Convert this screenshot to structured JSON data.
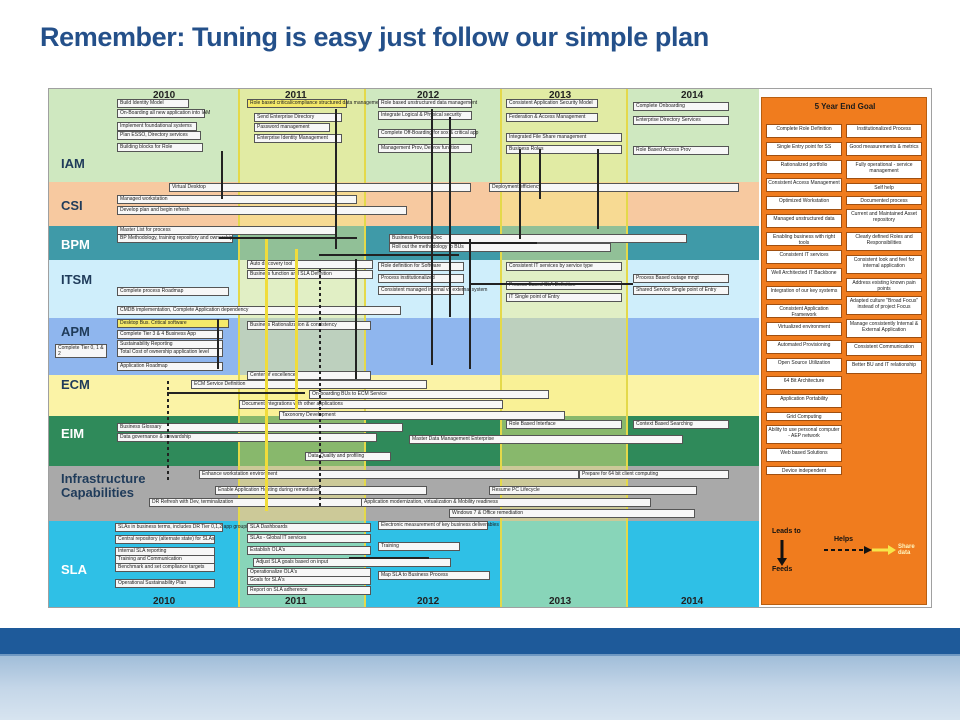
{
  "slide": {
    "title": "Remember: Tuning is easy just follow our simple plan"
  },
  "roadmap": {
    "years_top": [
      "2010",
      "2011",
      "2012",
      "2013",
      "2014"
    ],
    "years_bottom": [
      "2010",
      "2011",
      "2012",
      "2013",
      "2014"
    ],
    "bands": [
      {
        "id": "iam",
        "label": "IAM",
        "color": "#cfe8c0"
      },
      {
        "id": "csi",
        "label": "CSI",
        "color": "#f7c9a0"
      },
      {
        "id": "bpm",
        "label": "BPM",
        "color": "#3f9aa8"
      },
      {
        "id": "itsm",
        "label": "ITSM",
        "color": "#cfeefb"
      },
      {
        "id": "apm",
        "label": "APM",
        "color": "#8fb6ee"
      },
      {
        "id": "ecm",
        "label": "ECM",
        "color": "#fbf3a6"
      },
      {
        "id": "eim",
        "label": "EIM",
        "color": "#2f8a5a"
      },
      {
        "id": "infra",
        "label": "Infrastructure Capabilities",
        "color": "#a9a9a9"
      },
      {
        "id": "sla",
        "label": "SLA",
        "color": "#2fc0e6"
      }
    ],
    "apm_side_note": "Complete Tier 0, 1 & 2",
    "bars": [
      {
        "text": "Build Identity Model"
      },
      {
        "text": "On-Boarding all new application into IAM"
      },
      {
        "text": "Implement foundational systems"
      },
      {
        "text": "Plan ESSO, Directory services"
      },
      {
        "text": "Building blocks for Role"
      },
      {
        "text": "Role based critical/compliance structured data management"
      },
      {
        "text": "Send Enterprise Directory"
      },
      {
        "text": "Password management"
      },
      {
        "text": "Enterprise Identity Management"
      },
      {
        "text": "Role based unstructured data management"
      },
      {
        "text": "Integrate Logical & Physical security"
      },
      {
        "text": "Complete Off-Boarding for sox & critical app"
      },
      {
        "text": "Management Prov, Deprov function"
      },
      {
        "text": "Consistent Application Security Model"
      },
      {
        "text": "Federation & Access Management"
      },
      {
        "text": "Integrated File Share management"
      },
      {
        "text": "Business Roles"
      },
      {
        "text": "Complete Onboarding"
      },
      {
        "text": "Enterprise Directory Services"
      },
      {
        "text": "Role Based Access Prov"
      },
      {
        "text": "Virtual Desktop"
      },
      {
        "text": "Deployment efficiency"
      },
      {
        "text": "Managed workstation"
      },
      {
        "text": "Develop plan and begin refresh"
      },
      {
        "text": "Master List for process"
      },
      {
        "text": "BP Methodology, training repository and ownership"
      },
      {
        "text": "Business Process Doc"
      },
      {
        "text": "Roll out the methodology to BUs"
      },
      {
        "text": "Auto discovery tool"
      },
      {
        "text": "Business function and SLA Definition"
      },
      {
        "text": "Role definition for Software"
      },
      {
        "text": "Process institutionalized"
      },
      {
        "text": "Consistent managed internal vs external system"
      },
      {
        "text": "Consistent IT services by service type"
      },
      {
        "text": "Process Based SLA Definition"
      },
      {
        "text": "IT Single point of Entry"
      },
      {
        "text": "Process Based outage mngt"
      },
      {
        "text": "Shared Service Single point of Entry"
      },
      {
        "text": "Complete process Roadmap"
      },
      {
        "text": "CMDB implementation, Complete Application dependency"
      },
      {
        "text": "Desktop Bus. Critical software"
      },
      {
        "text": "Complete Tier 3 & 4 Business App"
      },
      {
        "text": "Sustainability Reporting"
      },
      {
        "text": "Total Cost of ownership application level"
      },
      {
        "text": "Application Roadmap"
      },
      {
        "text": "Business Rationalization & consistency"
      },
      {
        "text": "Center of excellence"
      },
      {
        "text": "ECM Service Definition"
      },
      {
        "text": "On-boarding BUs to ECM Service"
      },
      {
        "text": "Document integrations with other applications"
      },
      {
        "text": "Taxonomy Development"
      },
      {
        "text": "Business Glossary"
      },
      {
        "text": "Data governance & stewardship"
      },
      {
        "text": "Role Based Interface"
      },
      {
        "text": "Context Based Searching"
      },
      {
        "text": "Master Data Management Enterprise"
      },
      {
        "text": "Data Quality and profiling"
      },
      {
        "text": "Enhance workstation environment"
      },
      {
        "text": "Prepare for 64 bit client computing"
      },
      {
        "text": "Enable Application Hosting during remediation"
      },
      {
        "text": "Resume PC Lifecycle"
      },
      {
        "text": "DR Refresh with Dev, terminalization"
      },
      {
        "text": "Application modernization, virtualization & Mobility readiness"
      },
      {
        "text": "Windows 7 & Office remediation"
      },
      {
        "text": "SLAs in business terms, includes DR Tier 0,1,2 app groupings"
      },
      {
        "text": "Central repository (alternate state) for SLAs"
      },
      {
        "text": "Internal SLA reporting"
      },
      {
        "text": "Training and Communication"
      },
      {
        "text": "Benchmark and set compliance targets"
      },
      {
        "text": "Operational Sustainability Plan"
      },
      {
        "text": "SLA Dashboards"
      },
      {
        "text": "SLAs - Global IT services"
      },
      {
        "text": "Establish OLA's"
      },
      {
        "text": "Adjust SLA goals based on input"
      },
      {
        "text": "Operationalize OLA's"
      },
      {
        "text": "Goals for SLA's"
      },
      {
        "text": "Report on SLA adherence"
      },
      {
        "text": "Electronic measurement of key business deliverables"
      },
      {
        "text": "Training"
      },
      {
        "text": "Map SLA to Business Process"
      }
    ],
    "goal": {
      "title": "5 Year End Goal",
      "items_left": [
        "Complete Role Definition",
        "Single Entry point for SS",
        "Rationalized portfolio",
        "Consistent Access Management",
        "Optimized Workstation",
        "Managed unstructured data",
        "Enabling business with right tools",
        "Consistent IT services",
        "Well Architected IT Backbone",
        "Integration of our key systems",
        "Consistent Application Framework",
        "Virtualized environment",
        "Automated Provisioning",
        "Open Source Utilization",
        "64 Bit Architecture",
        "Application Portability",
        "Grid Computing",
        "Ability to use personal computer - AEP network",
        "Web based Solutions",
        "Device independent"
      ],
      "items_right": [
        "Institutionalized Process",
        "Good measurements & metrics",
        "Fully operational - service management",
        "Self help",
        "Documented process",
        "Current and Maintained Asset repository",
        "Clearly defined Roles and Responsibilities",
        "Consistent look and feel for internal application",
        "Address existing known pain points",
        "Adapted culture \"Broad Focus\" instead of project Focus",
        "Manage consistently Internal & External Application",
        "Consistent Communication",
        "Better BU and IT relationship"
      ],
      "legend": {
        "leads_to": "Leads to",
        "feeds": "Feeds",
        "helps": "Helps",
        "share_data": "Share data"
      }
    }
  }
}
